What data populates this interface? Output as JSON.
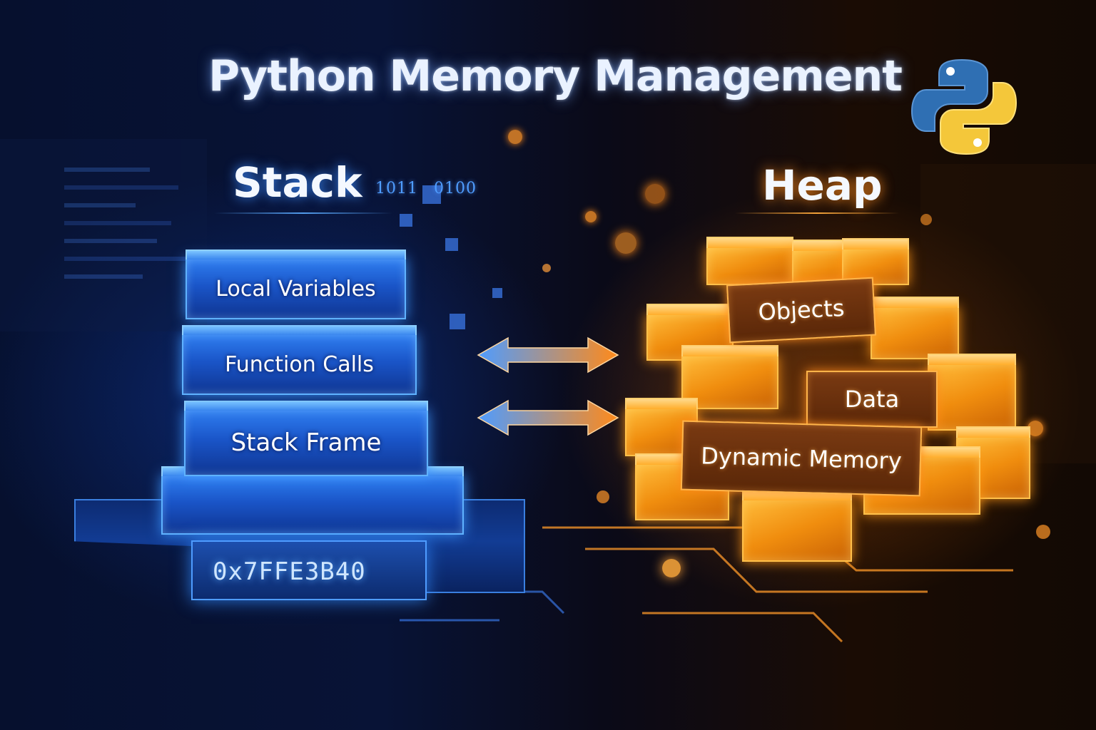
{
  "title": "Python Memory Management",
  "stack": {
    "heading": "Stack",
    "binary": [
      "1011",
      "0100"
    ],
    "blocks": [
      "Local Variables",
      "Function Calls",
      "Stack Frame"
    ],
    "address": "0x7FFE3B40"
  },
  "heap": {
    "heading": "Heap",
    "labels": [
      "Objects",
      "Data",
      "Dynamic Memory"
    ]
  },
  "colors": {
    "stack_accent": "#2f7ef0",
    "heap_accent": "#f59a16",
    "python_blue": "#2f6fb3",
    "python_yellow": "#f4c73a"
  },
  "icons": [
    "python-logo-icon",
    "bidirectional-arrow-icon"
  ]
}
